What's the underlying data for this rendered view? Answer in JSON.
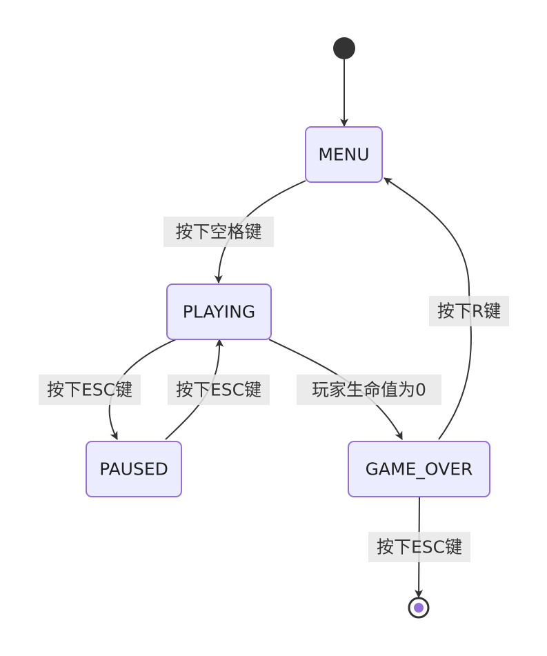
{
  "states": {
    "menu": "MENU",
    "playing": "PLAYING",
    "paused": "PAUSED",
    "game_over": "GAME_OVER"
  },
  "transitions": {
    "menu_to_playing": "按下空格键",
    "playing_to_paused": "按下ESC键",
    "paused_to_playing": "按下ESC键",
    "playing_to_game_over": "玩家生命值为0",
    "game_over_to_menu": "按下R键",
    "game_over_to_end": "按下ESC键"
  },
  "colors": {
    "state_fill": "#ececff",
    "state_border": "#9370db",
    "edge": "#333333",
    "label_background": "#e8e8e8",
    "start_node": "#333333",
    "end_inner": "#9370db"
  }
}
